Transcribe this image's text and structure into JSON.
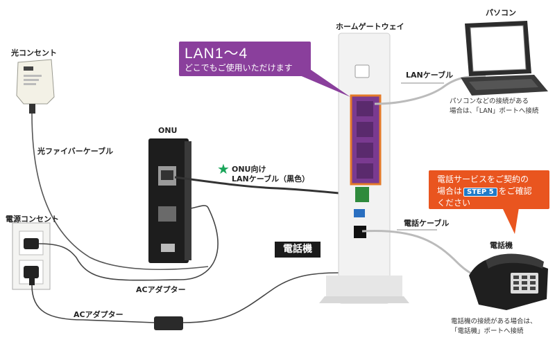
{
  "labels": {
    "optical_outlet": "光コンセント",
    "fiber_cable": "光ファイバーケーブル",
    "power_outlet": "電源コンセント",
    "onu": "ONU",
    "home_gateway": "ホームゲートウェイ",
    "pc": "パソコン",
    "lan_cable": "LANケーブル",
    "pc_note_1": "パソコンなどの接続がある",
    "pc_note_2": "場合は、「LAN」ポートへ接続",
    "onu_cable_1": "ONU向け",
    "onu_cable_2": "LANケーブル（黒色）",
    "phone_tag": "電話機",
    "phone_cable": "電話ケーブル",
    "phone": "電話機",
    "phone_note_1": "電話機の接続がある場合は、",
    "phone_note_2": "「電話機」ポートへ接続",
    "ac_adapter_1": "ACアダプター",
    "ac_adapter_2": "ACアダプター"
  },
  "lan_callout": {
    "title": "LAN1～4",
    "subtitle": "どこでもご使用いただけます"
  },
  "service_callout": {
    "line1": "電話サービスをご契約の",
    "line2_pre": "場合は",
    "step": "STEP 5",
    "line2_post": "をご確認",
    "line3": "ください"
  },
  "colors": {
    "purple": "#8a3f9c",
    "orange": "#e9551f",
    "star_green": "#1aa55a",
    "step_blue": "#1f7ac8"
  }
}
